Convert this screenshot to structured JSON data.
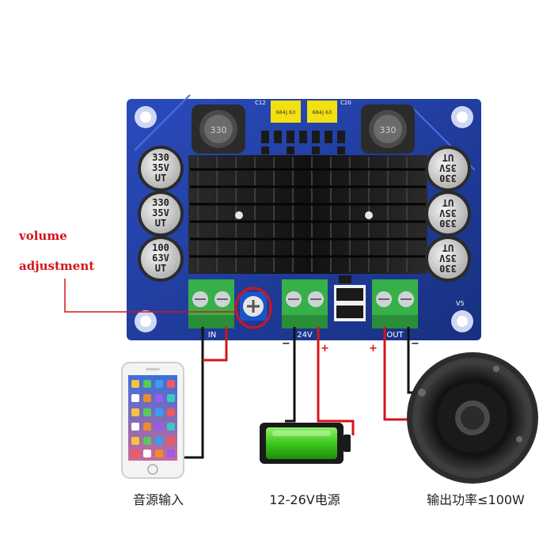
{
  "annotation": {
    "line1": "volume",
    "line2": "adjustment"
  },
  "captions": {
    "audio_input": "音源输入",
    "power_supply": "12-26V电源",
    "output_power": "输出功率≤100W"
  },
  "board": {
    "in_label": "IN",
    "voltage_label": "24V",
    "out_label": "OUT",
    "version_label": "V5",
    "plus": "+",
    "minus": "−",
    "film_cap_left": "684J 63",
    "film_cap_right": "684J 63",
    "inductor_left": "330",
    "inductor_right": "330",
    "caps_left": [
      [
        "330",
        "35V",
        "UT"
      ],
      [
        "330",
        "35V",
        "UT"
      ],
      [
        "100",
        "63V",
        "UT"
      ]
    ],
    "caps_right": [
      [
        "UT",
        "35V",
        "330"
      ],
      [
        "UT",
        "35V",
        "330"
      ],
      [
        "UT",
        "35V",
        "330"
      ]
    ],
    "silk_c12": "C12",
    "silk_c20": "C20"
  },
  "colors": {
    "pcb": "#1f3a9e",
    "accent_red": "#d4141a",
    "terminal": "#38b04a",
    "heatsink": "#1b1b1b",
    "battery": "#3ec81e"
  }
}
